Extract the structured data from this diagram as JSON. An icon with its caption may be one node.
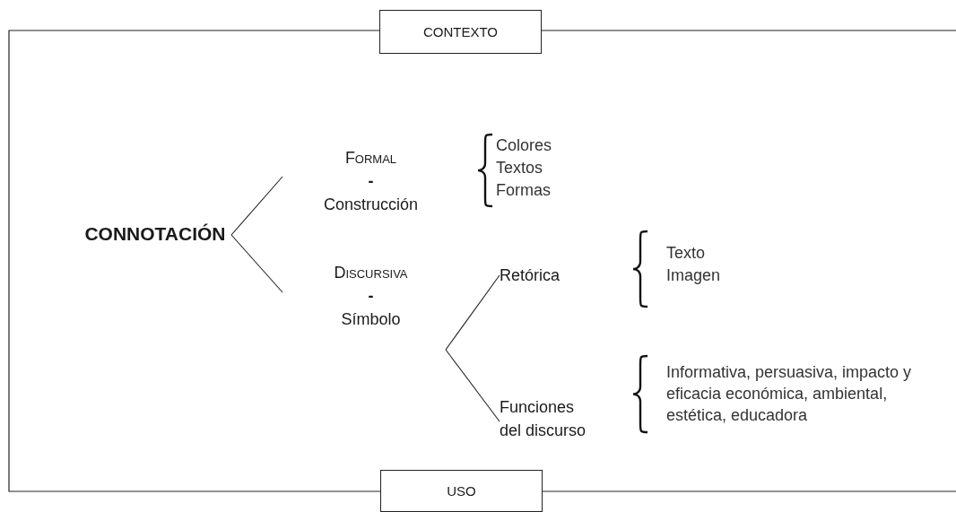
{
  "diagram": {
    "nodes": [
      {
        "text": [
          "CONTEXTO"
        ]
      },
      {
        "text": [
          "CONNOTACIÓN"
        ]
      },
      {
        "text": [
          "Formal",
          "-",
          "Construcción"
        ]
      },
      {
        "text": [
          "Discursiva",
          "-",
          "Símbolo"
        ]
      },
      {
        "text": [
          "Retórica"
        ]
      },
      {
        "text": [
          "Funciones del discurso"
        ]
      },
      {
        "text": [
          "USO"
        ]
      }
    ],
    "edges": [
      {
        "from": 1,
        "to": 2,
        "arrow": "none"
      },
      {
        "from": 1,
        "to": 3,
        "arrow": "none"
      },
      {
        "from": 3,
        "to": 4,
        "arrow": "none"
      },
      {
        "from": 3,
        "to": 5,
        "arrow": "none"
      }
    ],
    "labels": [
      "Colores",
      "Textos",
      "Formas",
      "Texto",
      "Imagen",
      "Informativa, persuasiva, impacto y eficacia económica, ambiental, estética, educadora"
    ]
  }
}
